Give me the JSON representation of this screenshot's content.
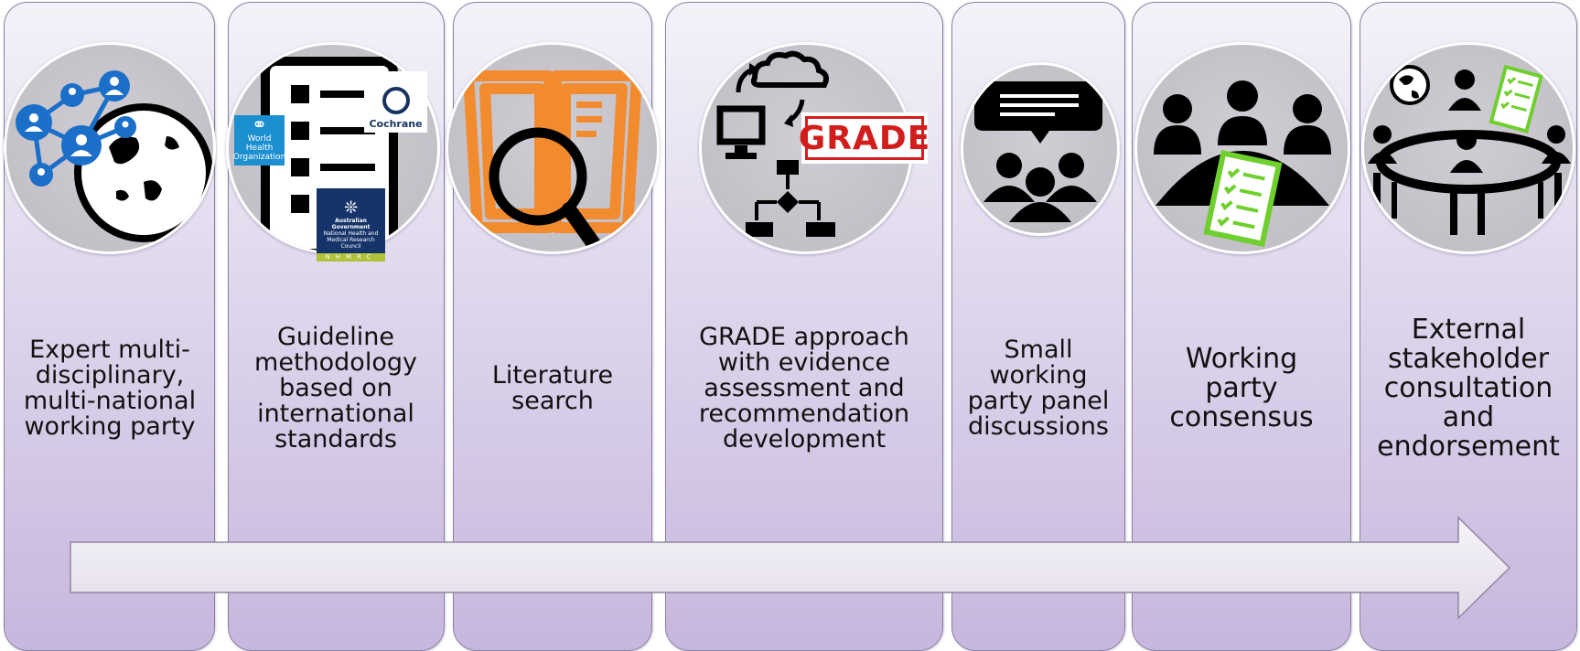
{
  "steps": [
    {
      "label": "Expert multi-\ndisciplinary,\nmulti-national\nworking party",
      "icon": "global-network-icon"
    },
    {
      "label": "Guideline\nmethodology\nbased on\ninternational\nstandards",
      "icon": "checklist-icon"
    },
    {
      "label": "Literature\nsearch",
      "icon": "book-magnifier-icon"
    },
    {
      "label": "GRADE approach\nwith evidence\nassessment and\nrecommendation\ndevelopment",
      "icon": "flowchart-icon"
    },
    {
      "label": "Small\nworking\nparty panel\ndiscussions",
      "icon": "discussion-group-icon"
    },
    {
      "label": "Working\nparty\nconsensus",
      "icon": "meeting-table-icon"
    },
    {
      "label": "External\nstakeholder\nconsultation\nand\nendorsement",
      "icon": "roundtable-icon"
    }
  ],
  "logos": {
    "who": "World Health\nOrganization",
    "cochrane": "Cochrane",
    "nhmrc_title": "Australian Government",
    "nhmrc_sub": "National Health and\nMedical Research Council",
    "nhmrc_bar": "NHMRC",
    "grade": "GRADE"
  },
  "colors": {
    "panel_top": "#f4f2f9",
    "panel_bottom": "#c7b6dd",
    "network_blue": "#1b6fc9",
    "book_orange": "#f28a2e",
    "checklist_green": "#6fcf2e",
    "grade_red": "#d21d1d",
    "arrow_fill": "#ebe7f1"
  }
}
